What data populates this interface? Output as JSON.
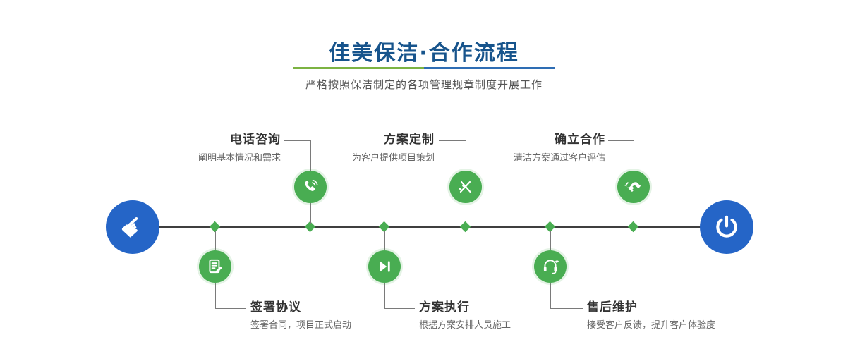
{
  "header": {
    "title": "佳美保洁·合作流程",
    "subtitle": "严格按照保洁制定的各项管理规章制度开展工作"
  },
  "colors": {
    "green": "#49ad52",
    "blue": "#2565c7",
    "navy": "#17548c",
    "divider_green": "#7cb342",
    "divider_blue": "#2e6db4"
  },
  "icons": {
    "start": "hand-pointer-icon",
    "end": "power-icon",
    "hand_pointer_glyph": "☛"
  },
  "steps_top": [
    {
      "title": "电话咨询",
      "desc": "阐明基本情况和需求",
      "icon": "phone-icon"
    },
    {
      "title": "方案定制",
      "desc": "为客户提供项目策划",
      "icon": "design-tools-icon"
    },
    {
      "title": "确立合作",
      "desc": "清洁方案通过客户评估",
      "icon": "handshake-icon"
    }
  ],
  "steps_bottom": [
    {
      "title": "签署协议",
      "desc": "签署合同，项目正式启动",
      "icon": "contract-icon"
    },
    {
      "title": "方案执行",
      "desc": "根据方案安排人员施工",
      "icon": "play-forward-icon"
    },
    {
      "title": "售后维护",
      "desc": "接受客户反馈，提升客户体验度",
      "icon": "headset-icon"
    }
  ]
}
